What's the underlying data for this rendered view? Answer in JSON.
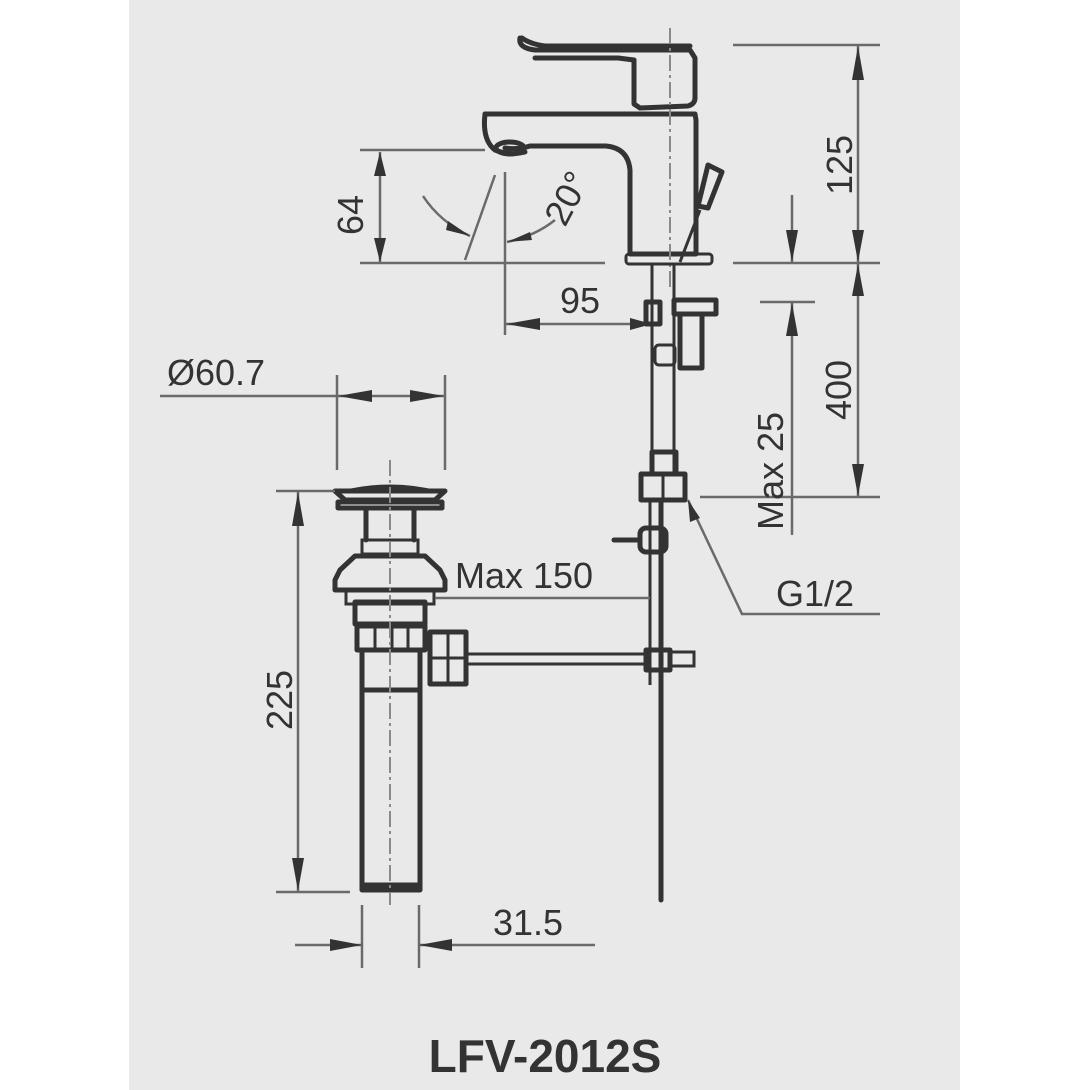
{
  "model": {
    "title": "LFV-2012S"
  },
  "faucet": {
    "height_label": "125",
    "spout_height_label": "64",
    "spout_angle_label": "20°",
    "spout_reach_label": "95",
    "hose_length_label": "400",
    "max_deck_thickness_label": "Max 25",
    "thread_label": "G1/2"
  },
  "drain": {
    "diameter_label": "Ø60.7",
    "rod_distance_label": "Max 150",
    "height_label": "225",
    "tail_diameter_label": "31.5"
  },
  "colors": {
    "panel_background": "#e9e9e9",
    "page_background": "#ffffff",
    "line": "#333333",
    "dimension_line": "#6a6a6a"
  }
}
